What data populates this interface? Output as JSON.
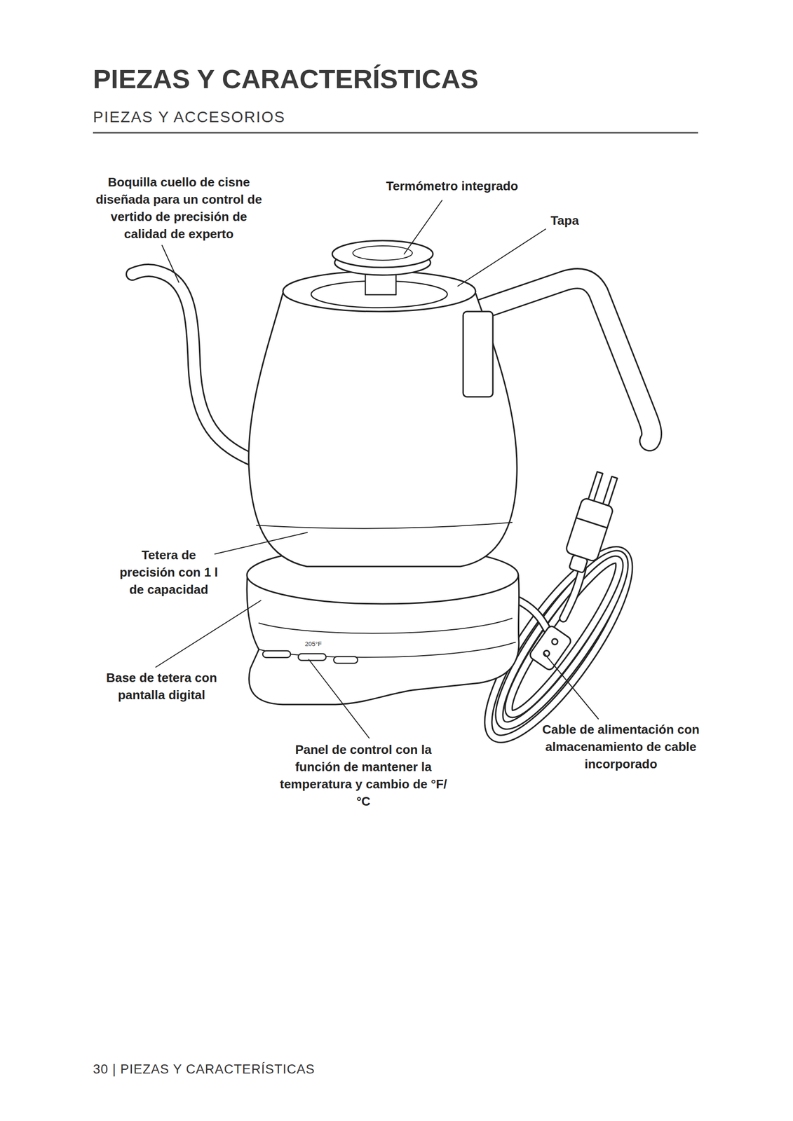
{
  "diagram": {
    "title": "PIEZAS Y CARACTERÍSTICAS",
    "labels": [
      "PIEZAS Y ACCESORIOS",
      "Boquilla cuello de cisne diseñada para un control de vertido de precisión de calidad de experto",
      "Termómetro integrado",
      "Tapa",
      "Tetera de precisión con 1 l de capacidad",
      "Base de tetera con pantalla digital",
      "Panel de control con la función de mantener la temperatura y cambio de °F/°C",
      "Cable de alimentación con almacenamiento de cable incorporado",
      "205°F",
      "30 | PIEZAS Y CARACTERÍSTICAS"
    ]
  }
}
